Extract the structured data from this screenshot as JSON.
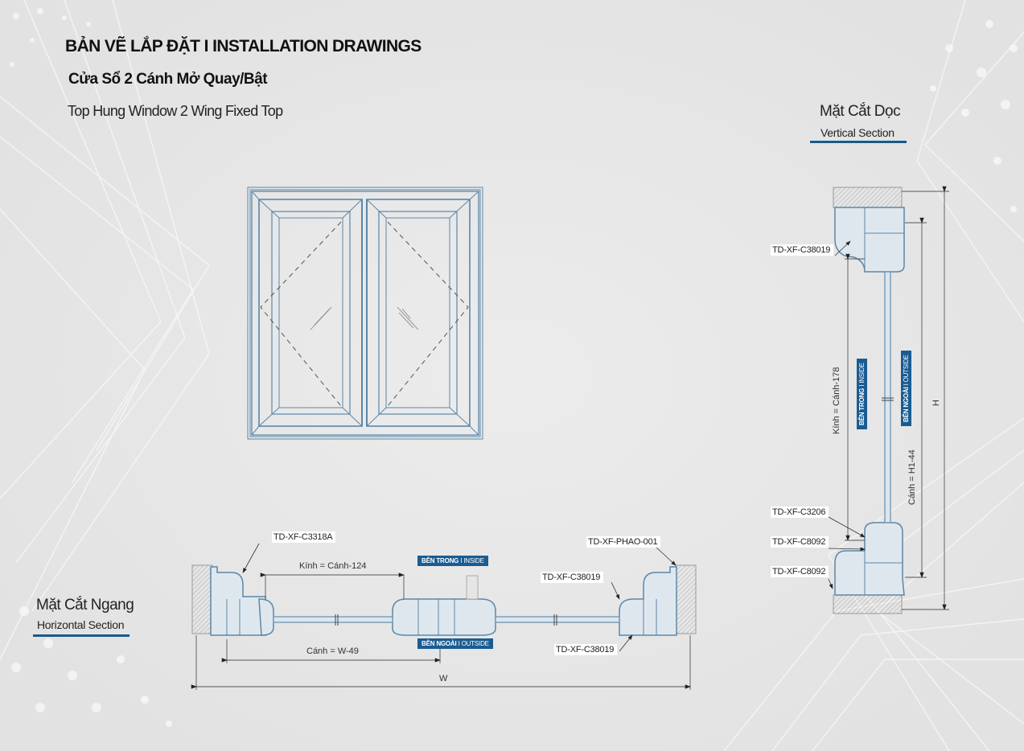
{
  "header": {
    "title": "BẢN VẼ LẮP ĐẶT  I  INSTALLATION DRAWINGS",
    "subtitle_vn": "Cửa Sổ 2 Cánh Mở Quay/Bật",
    "subtitle_en": "Top Hung Window 2 Wing Fixed Top"
  },
  "vertical_section": {
    "title": "Mặt Cắt Dọc",
    "subtitle": "Vertical Section",
    "labels": {
      "top_profile": "TD-XF-C38019",
      "sash_bottom": "TD-XF-C3206",
      "frame_bottom_1": "TD-XF-C8092",
      "frame_bottom_2": "TD-XF-C8092"
    },
    "dimensions": {
      "glass": "Kính = Cánh-178",
      "sash": "Cánh = H1-44",
      "height": "H"
    },
    "badges": {
      "inside_bold": "BÊN TRONG",
      "inside_light": "I  INSIDE",
      "outside_bold": "BÊN NGOÀI",
      "outside_light": "I  OUTSIDE"
    }
  },
  "horizontal_section": {
    "title": "Mặt Cắt Ngang",
    "subtitle": "Horizontal Section",
    "labels": {
      "left_frame": "TD-XF-C3318A",
      "right_flash": "TD-XF-PHAO-001",
      "right_sash_top": "TD-XF-C38019",
      "right_sash_bottom": "TD-XF-C38019"
    },
    "dimensions": {
      "glass": "Kính = Cánh-124",
      "sash": "Cánh = W-49",
      "width": "W"
    },
    "badges": {
      "inside_bold": "BÊN TRONG",
      "inside_light": "I  INSIDE",
      "outside_bold": "BÊN NGOÀI",
      "outside_light": "I  OUTSIDE"
    }
  },
  "colors": {
    "profile": "#5b87a8",
    "badge": "#1a5c92",
    "section_underline": "#1a5a8a",
    "background": "#e9e9e9"
  }
}
